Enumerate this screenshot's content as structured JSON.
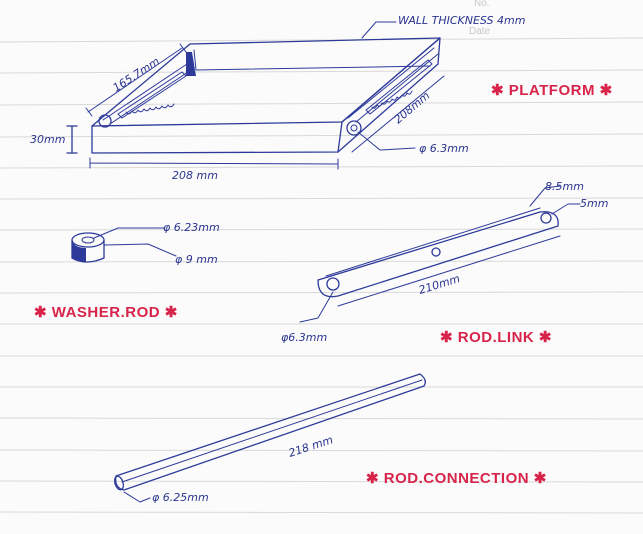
{
  "page_corner": {
    "no_label": "No.",
    "date_label": "Date"
  },
  "platform": {
    "wall_thickness": "WALL THICKNESS 4mm",
    "length_side": "165.7mm",
    "width_right": "208mm",
    "height": "30mm",
    "length_bottom": "208 mm",
    "hole_dia": "φ 6.3mm",
    "title": "PLATFORM"
  },
  "washer_rod": {
    "inner_dia": "φ 6.23mm",
    "outer_dia": "φ 9 mm",
    "title": "WASHER.ROD"
  },
  "rod_link": {
    "top_dim_1": "8.5mm",
    "top_dim_2": "5mm",
    "length": "210mm",
    "hole_dia": "φ6.3mm",
    "title": "ROD.LINK"
  },
  "rod_connection": {
    "length": "218 mm",
    "dia": "φ 6.25mm",
    "title": "ROD.CONNECTION"
  },
  "colors": {
    "ink_blue": "#2d3a9a",
    "ink_red": "#d8244a",
    "ruled_line": "#d9d9d9",
    "paper": "#fbfbfb"
  }
}
